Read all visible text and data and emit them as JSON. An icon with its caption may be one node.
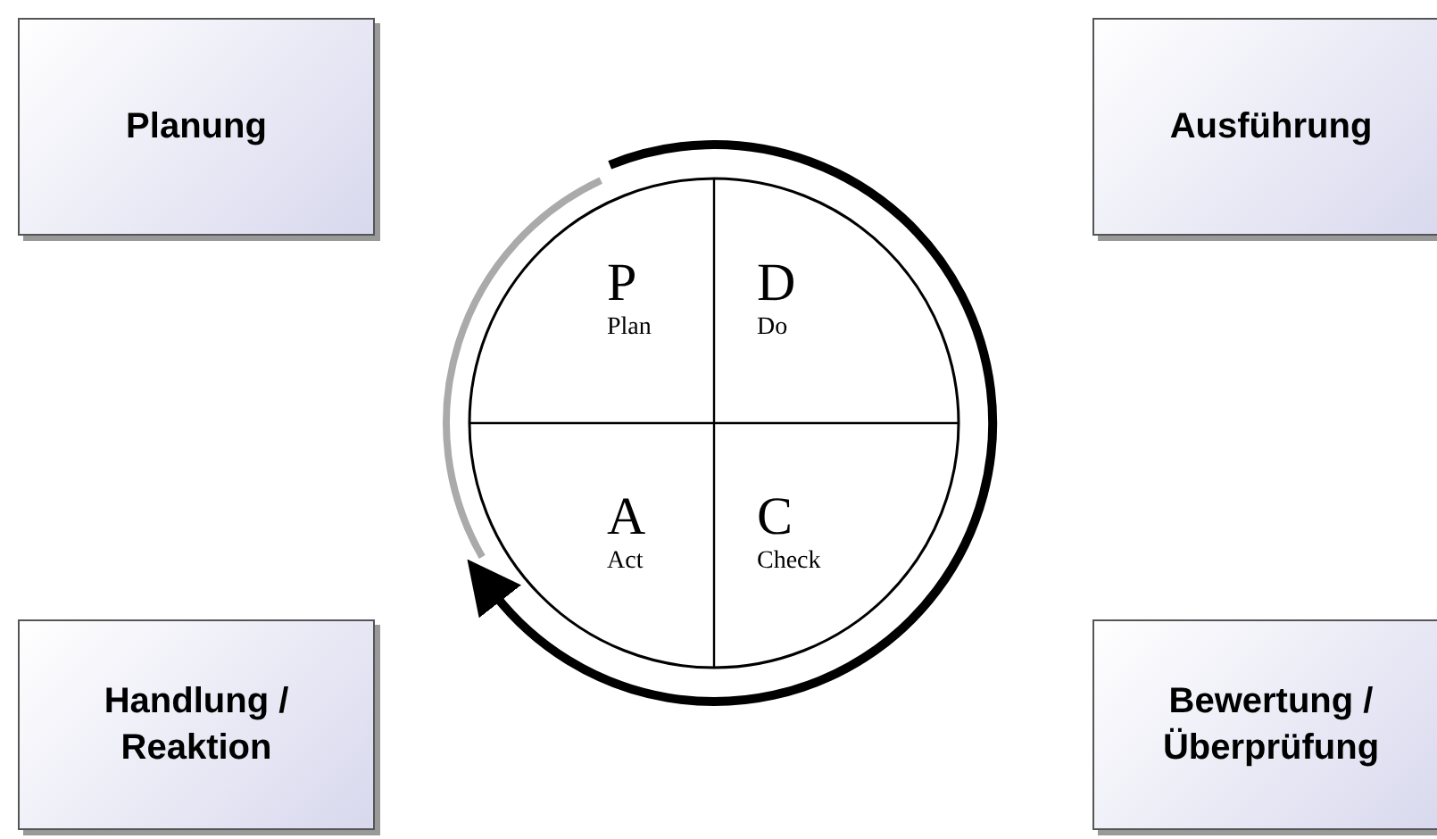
{
  "diagram": {
    "nodes": [
      {
        "text": [
          "Planung"
        ]
      },
      {
        "text": [
          "Ausführung"
        ]
      },
      {
        "text": [
          "Handlung / Reaktion"
        ]
      },
      {
        "text": [
          "Bewertung / Überprüfung"
        ]
      },
      {
        "text": [],
        "shape": "circle"
      },
      {
        "text": [
          "P",
          "Plan"
        ],
        "in": 4
      },
      {
        "text": [
          "D",
          "Do"
        ],
        "in": 4
      },
      {
        "text": [
          "A",
          "Act"
        ],
        "in": 4
      },
      {
        "text": [
          "C",
          "Check"
        ],
        "in": 4
      }
    ]
  }
}
